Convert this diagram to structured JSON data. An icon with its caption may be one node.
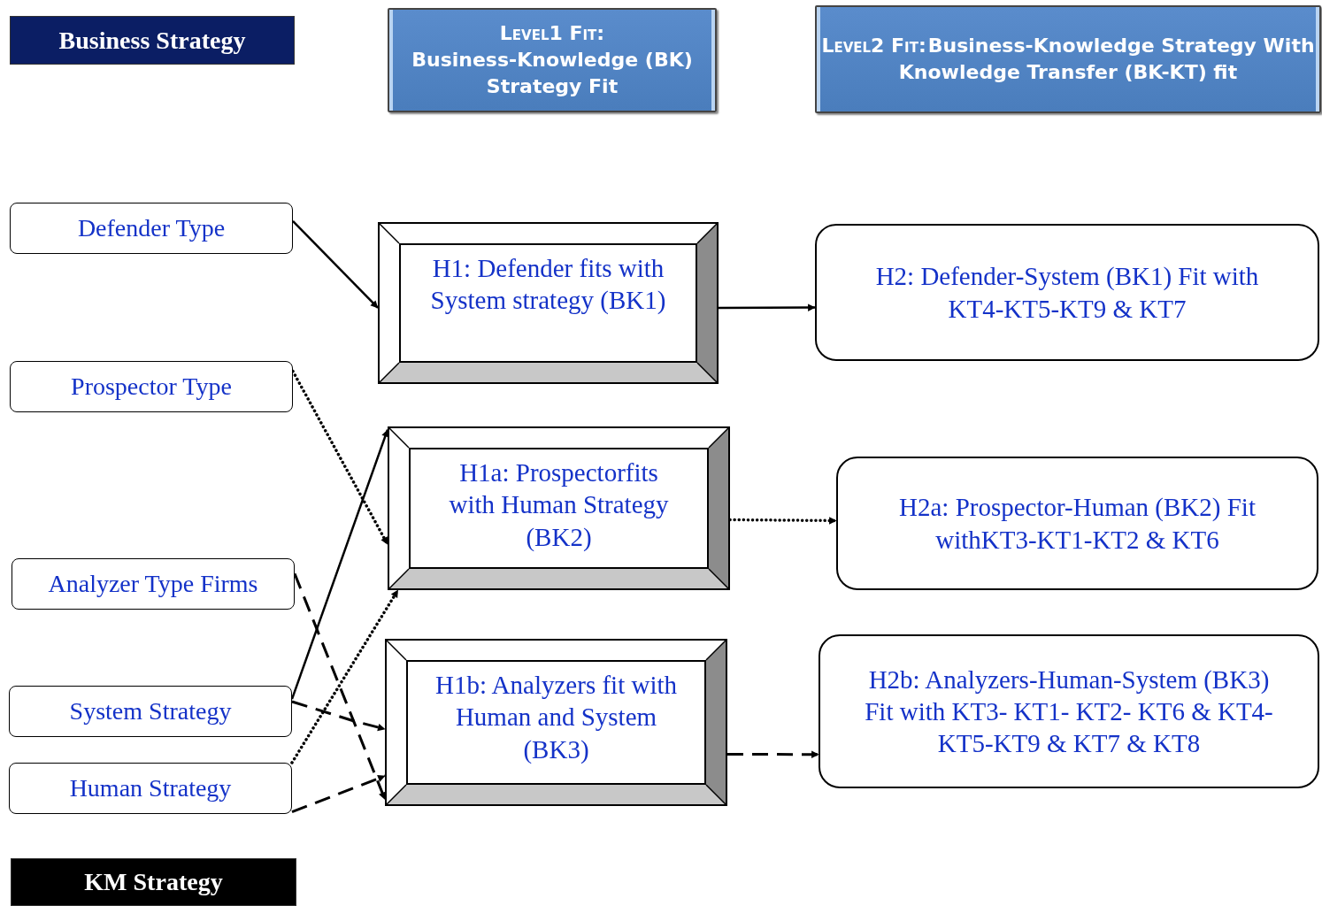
{
  "diagram": {
    "nodes": [
      {
        "text": [
          "Business Strategy"
        ]
      },
      {
        "text": [
          "Level1 Fit:",
          "Business-Knowledge (BK) Strategy Fit"
        ]
      },
      {
        "text": [
          "Level2 Fit:",
          "Business-Knowledge Strategy With Knowledge Transfer  (BK-KT) fit"
        ]
      },
      {
        "text": [
          "Defender Type"
        ]
      },
      {
        "text": [
          "Prospector Type"
        ]
      },
      {
        "text": [
          "Analyzer Type Firms"
        ]
      },
      {
        "text": [
          "System Strategy"
        ]
      },
      {
        "text": [
          "Human Strategy"
        ]
      },
      {
        "text": [
          "H1: Defender fits with System strategy (BK1)"
        ]
      },
      {
        "text": [
          "H1a: Prospectorfits with Human Strategy (BK2)"
        ]
      },
      {
        "text": [
          "H1b: Analyzers fit with Human and System (BK3)"
        ]
      },
      {
        "text": [
          "H2: Defender-System (BK1) Fit with KT4-KT5-KT9 & KT7"
        ]
      },
      {
        "text": [
          "H2a: Prospector-Human (BK2) Fit withKT3-KT1-KT2 & KT6"
        ]
      },
      {
        "text": [
          "H2b: Analyzers-Human-System (BK3) Fit with KT3- KT1- KT2- KT6 & KT4-KT5-KT9 & KT7 & KT8"
        ]
      },
      {
        "text": [
          "KM Strategy"
        ]
      }
    ],
    "edges": [
      {
        "from": 3,
        "to": 8,
        "arrow": "to"
      },
      {
        "from": 4,
        "to": 9,
        "arrow": "to",
        "style": "dashed"
      },
      {
        "from": 5,
        "to": 10,
        "arrow": "to",
        "style": "dashed"
      },
      {
        "from": 6,
        "to": 9,
        "arrow": "to"
      },
      {
        "from": 6,
        "to": 10,
        "arrow": "to",
        "style": "dashed"
      },
      {
        "from": 7,
        "to": 9,
        "arrow": "to",
        "style": "dashed"
      },
      {
        "from": 7,
        "to": 10,
        "arrow": "to",
        "style": "dashed"
      },
      {
        "from": 8,
        "to": 11,
        "arrow": "to"
      },
      {
        "from": 9,
        "to": 12,
        "arrow": "to",
        "style": "dashed"
      },
      {
        "from": 10,
        "to": 13,
        "arrow": "to",
        "style": "dashed"
      }
    ]
  }
}
